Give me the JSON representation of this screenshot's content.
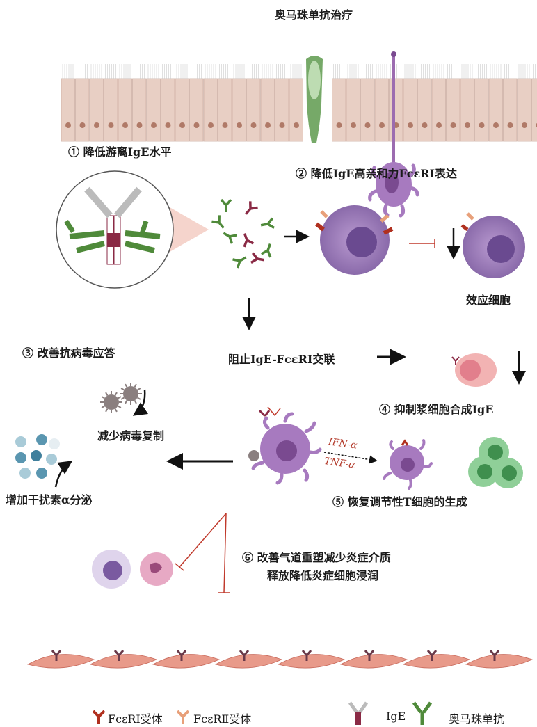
{
  "title": "奥马珠单抗治疗",
  "labels": {
    "step1": "① 降低游离IgE水平",
    "step2": "② 降低IgE高亲和力FcεRI表达",
    "effector": "效应细胞",
    "step3": "③ 改善抗病毒应答",
    "block": "阻止IgE-FcεRI交联",
    "step4": "④ 抑制浆细胞合成IgE",
    "virus": "减少病毒复制",
    "ifn_secretion": "增加干扰素α分泌",
    "ifn": "IFN-α",
    "tnf": "TNF-α",
    "step5": "⑤ 恢复调节性T细胞的生成",
    "step6_line1": "⑥ 改善气道重塑减少炎症介质",
    "step6_line2": "释放降低炎症细胞浸润"
  },
  "legend": [
    {
      "label": "FcεRⅠ受体",
      "color": "#b0301f"
    },
    {
      "label": "FcεRⅡ受体",
      "color": "#e8a07a"
    },
    {
      "label": "IgE",
      "color": "#8a2a45"
    },
    {
      "label": "奥马珠单抗",
      "color": "#4f8a3a"
    }
  ],
  "colors": {
    "epithelium": "#e8cfc4",
    "dendritic": "#9c6cb0",
    "goblet": "#5e9a4e",
    "mast": "#8a6aaa",
    "tcell": "#6cb77a",
    "muscle": "#e89a8a"
  }
}
